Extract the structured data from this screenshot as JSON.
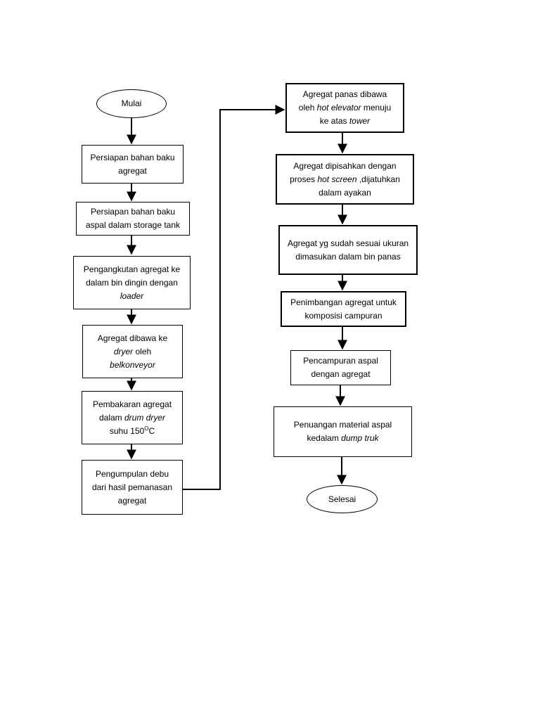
{
  "nodes": [
    {
      "id": "mulai",
      "label": "Mulai"
    },
    {
      "id": "persiapan-agregat",
      "line1": "Persiapan bahan baku",
      "line2": "agregat"
    },
    {
      "id": "persiapan-aspal",
      "line1": "Persiapan bahan baku",
      "line2": "aspal dalam storage tank"
    },
    {
      "id": "pengangkutan",
      "line1": "Pengangkutan agregat ke",
      "line2": "dalam bin dingin dengan",
      "line3": "loader"
    },
    {
      "id": "dibawa-dryer",
      "line1": "Agregat dibawa ke",
      "line2a": "dryer",
      "line2b": " oleh",
      "line3": "belkonveyor"
    },
    {
      "id": "pembakaran",
      "line1": "Pembakaran agregat",
      "line2a": "dalam ",
      "line2b": "drum dryer",
      "line3a": "suhu 150",
      "line3sup": "O",
      "line3b": "C"
    },
    {
      "id": "pengumpulan",
      "line1": "Pengumpulan debu",
      "line2": "dari hasil pemanasan",
      "line3": "agregat"
    },
    {
      "id": "hot-elevator",
      "line1": "Agregat panas dibawa",
      "line2a": "oleh ",
      "line2b": "hot elevator",
      "line2c": " menuju",
      "line3a": "ke atas ",
      "line3b": "tower"
    },
    {
      "id": "hot-screen",
      "line1": "Agregat dipisahkan dengan",
      "line2a": "proses ",
      "line2b": "hot screen",
      "line2c": " ,dijatuhkan",
      "line3": "dalam ayakan"
    },
    {
      "id": "bin-panas",
      "line1": "Agregat yg sudah sesuai ukuran",
      "line2": "dimasukan dalam bin panas"
    },
    {
      "id": "penimbangan",
      "line1": "Penimbangan agregat untuk",
      "line2": "komposisi campuran"
    },
    {
      "id": "pencampuran",
      "line1": "Pencampuran aspal",
      "line2": "dengan agregat"
    },
    {
      "id": "penuangan",
      "line1": "Penuangan material aspal",
      "line2a": "kedalam ",
      "line2b": "dump truk"
    },
    {
      "id": "selesai",
      "label": "Selesai"
    }
  ],
  "colors": {
    "line": "#000000",
    "background": "#ffffff"
  }
}
